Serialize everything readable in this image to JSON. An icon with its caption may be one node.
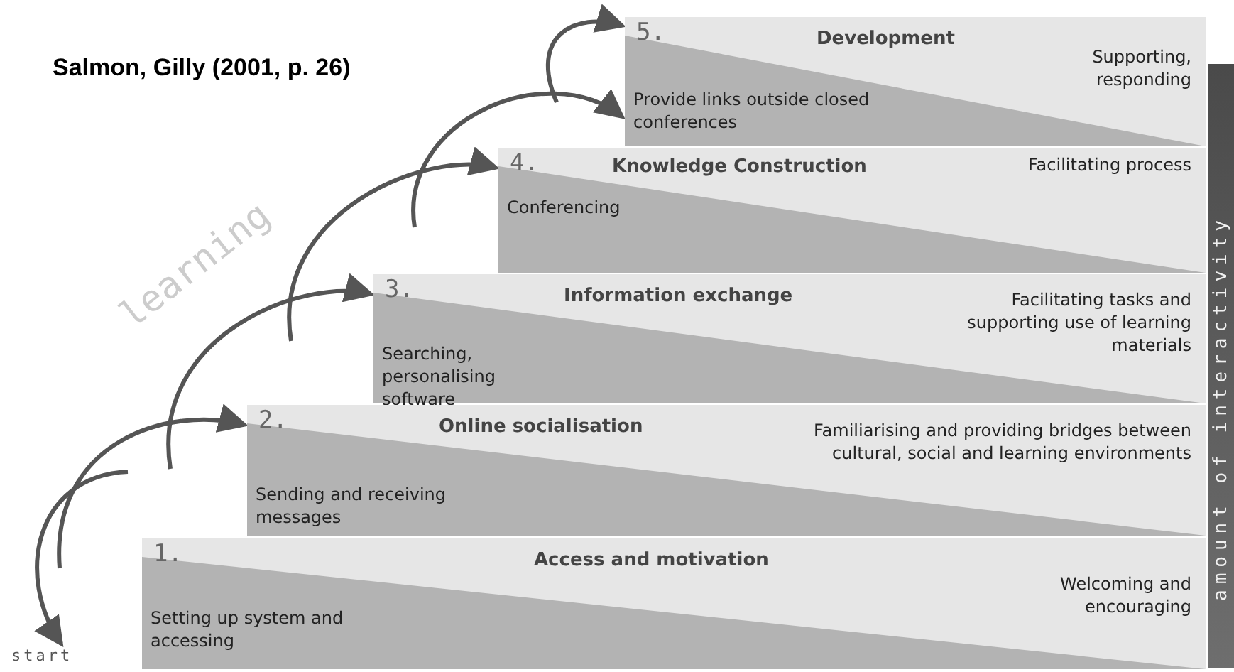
{
  "diagram": {
    "title": "Salmon, Gilly (2001, p. 26)",
    "nodes": [
      {
        "text": [
          "5.",
          "Development",
          "Provide links outside closed conferences",
          "Supporting, responding"
        ]
      },
      {
        "text": [
          "4.",
          "Knowledge Construction",
          "Conferencing",
          "Facilitating process"
        ]
      },
      {
        "text": [
          "3.",
          "Information exchange",
          "Searching, personalising software",
          "Facilitating tasks and supporting use of learning materials"
        ]
      },
      {
        "text": [
          "2.",
          "Online socialisation",
          "Sending and receiving messages",
          "Familiarising and providing bridges between cultural, social and learning environments"
        ]
      },
      {
        "text": [
          "1.",
          "Access and motivation",
          "Setting up system and accessing",
          "Welcoming and encouraging"
        ]
      },
      {
        "text": [
          "start"
        ]
      }
    ],
    "edges": [
      {
        "from": null,
        "to": 5,
        "arrow": "to"
      },
      {
        "from": null,
        "to": 3,
        "arrow": "to"
      },
      {
        "from": null,
        "to": 2,
        "arrow": "to"
      },
      {
        "from": null,
        "to": 1,
        "arrow": "to"
      },
      {
        "from": null,
        "to": 0,
        "arrow": "to"
      },
      {
        "from": null,
        "to": 0,
        "arrow": "to"
      }
    ],
    "labels": [
      "learning",
      "amount of interactivity"
    ]
  }
}
